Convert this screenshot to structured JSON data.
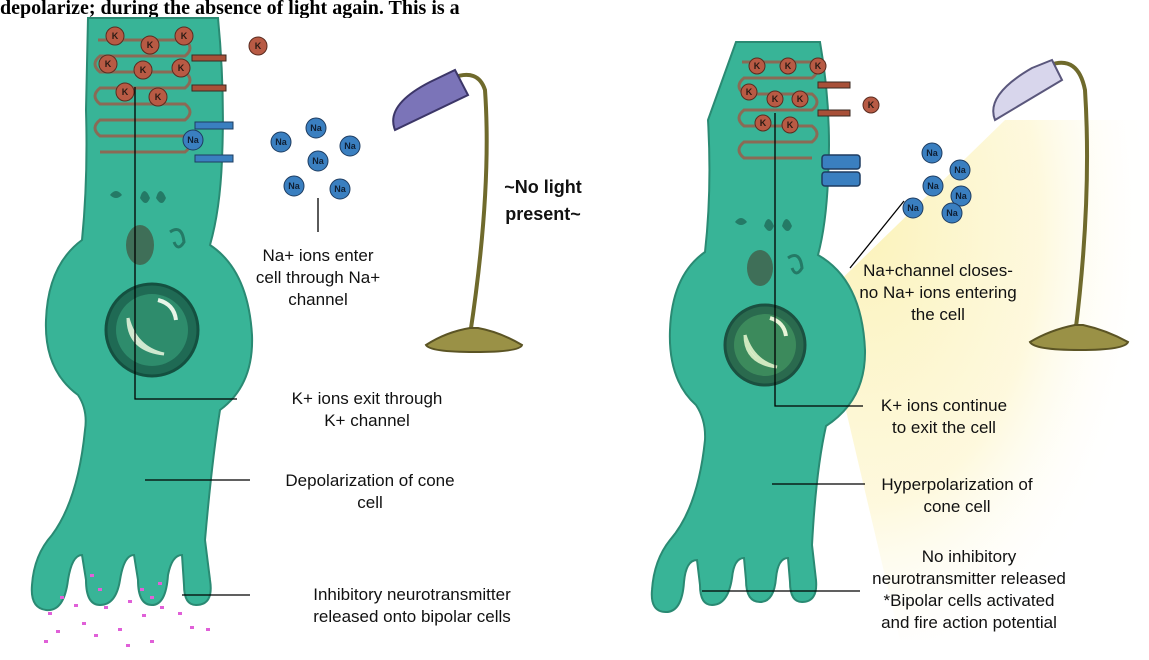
{
  "caption": "depolarize; during the absence of light again. This is a",
  "left_panel": {
    "lamp_text": [
      "~No light",
      "present~"
    ],
    "ion_label_k": "K",
    "ion_label_na": "Na",
    "labels": {
      "na_enter": [
        "Na+ ions enter",
        "cell through Na+",
        "channel"
      ],
      "k_exit": [
        "K+ ions exit through",
        "K+ channel"
      ],
      "depolarization": [
        "Depolarization of cone",
        "cell"
      ],
      "neurotransmitter": [
        "Inhibitory neurotransmitter",
        "released onto bipolar cells"
      ]
    }
  },
  "right_panel": {
    "ion_label_k": "K",
    "ion_label_na": "Na",
    "labels": {
      "na_close": [
        "Na+channel closes-",
        "no Na+ ions  entering",
        "the cell"
      ],
      "k_continue": [
        "K+ ions continue",
        "to exit the cell"
      ],
      "hyperpolarization": [
        "Hyperpolarization of",
        "cone cell"
      ],
      "no_neurotransmitter": [
        "No inhibitory",
        "neurotransmitter released",
        "*Bipolar cells activated",
        "and fire action potential"
      ]
    }
  },
  "colors": {
    "cell": "#38b497",
    "cell_dark": "#247a66",
    "membrane": "#8a6a55",
    "k_ion": "#b85a44",
    "na_ion": "#3a7fc0",
    "lamp_shade_off": "#7b74b8",
    "lamp_shade_on": "#d8d6ec",
    "lamp_base": "#9a9146",
    "light": "#fbf2b8",
    "neurotransmitter": "#e060d8"
  }
}
